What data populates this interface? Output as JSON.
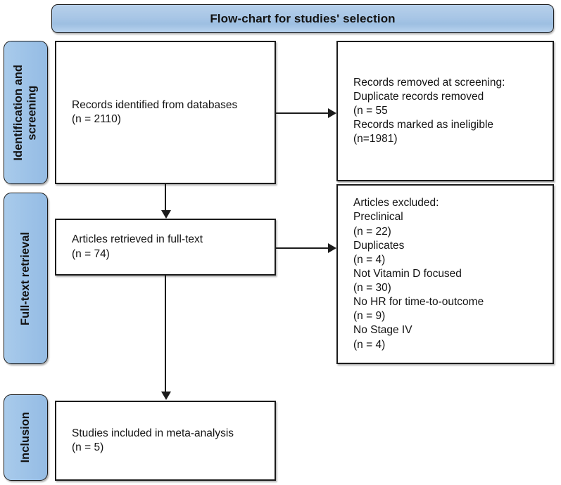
{
  "title": {
    "text": "Flow-chart for studies' selection"
  },
  "stages": [
    {
      "id": "identification",
      "label": "Identification and\nscreening"
    },
    {
      "id": "fulltext",
      "label": "Full-text retrieval"
    },
    {
      "id": "inclusion",
      "label": "Inclusion"
    }
  ],
  "boxes": {
    "records_identified": {
      "text": "Records identified from databases\n(n = 2110)",
      "count": 2110
    },
    "records_removed": {
      "text": "Records removed at screening:\n    Duplicate records removed\n(n = 55\nRecords marked as ineligible\n(n=1981)",
      "duplicates_removed": 55,
      "marked_ineligible": 1981
    },
    "articles_retrieved": {
      "text": "Articles retrieved in full-text\n(n = 74)",
      "count": 74
    },
    "articles_excluded": {
      "text": "Articles excluded:\n    Preclinical\n(n = 22)\nDuplicates\n(n = 4)\nNot Vitamin D focused\n(n = 30)\nNo HR for time-to-outcome\n(n = 9)\nNo Stage IV\n(n = 4)",
      "reasons": [
        {
          "label": "Preclinical",
          "n": 22
        },
        {
          "label": "Duplicates",
          "n": 4
        },
        {
          "label": "Not Vitamin D focused",
          "n": 30
        },
        {
          "label": "No HR for time-to-outcome",
          "n": 9
        },
        {
          "label": "No Stage IV",
          "n": 4
        }
      ]
    },
    "studies_included": {
      "text": "Studies included in meta-analysis\n(n = 5)",
      "count": 5
    }
  },
  "colors": {
    "stage_fill": "#9ec3e8",
    "banner_fill": "#a8c6e6",
    "outline": "#1b1b1b",
    "box_fill": "#ffffff"
  }
}
